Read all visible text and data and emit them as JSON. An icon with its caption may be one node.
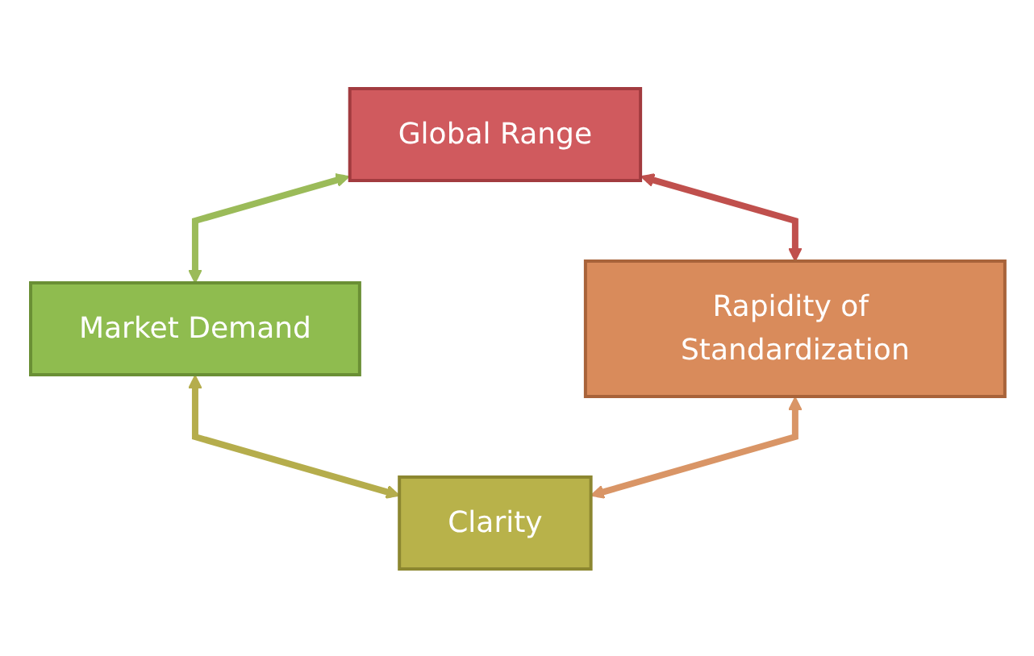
{
  "diagram": {
    "nodes": [
      {
        "text": [
          "Global Range"
        ]
      },
      {
        "text": [
          "Market Demand"
        ]
      },
      {
        "text": [
          "Rapidity of Standardization"
        ]
      },
      {
        "text": [
          "Clarity"
        ]
      }
    ],
    "edges": [
      {
        "from": 0,
        "to": 1,
        "arrow": "both",
        "color": "#9bbb59"
      },
      {
        "from": 0,
        "to": 2,
        "arrow": "both",
        "color": "#c0504d"
      },
      {
        "from": 1,
        "to": 3,
        "arrow": "both",
        "color": "#b5ad4c"
      },
      {
        "from": 2,
        "to": 3,
        "arrow": "both",
        "color": "#d99566"
      }
    ]
  }
}
